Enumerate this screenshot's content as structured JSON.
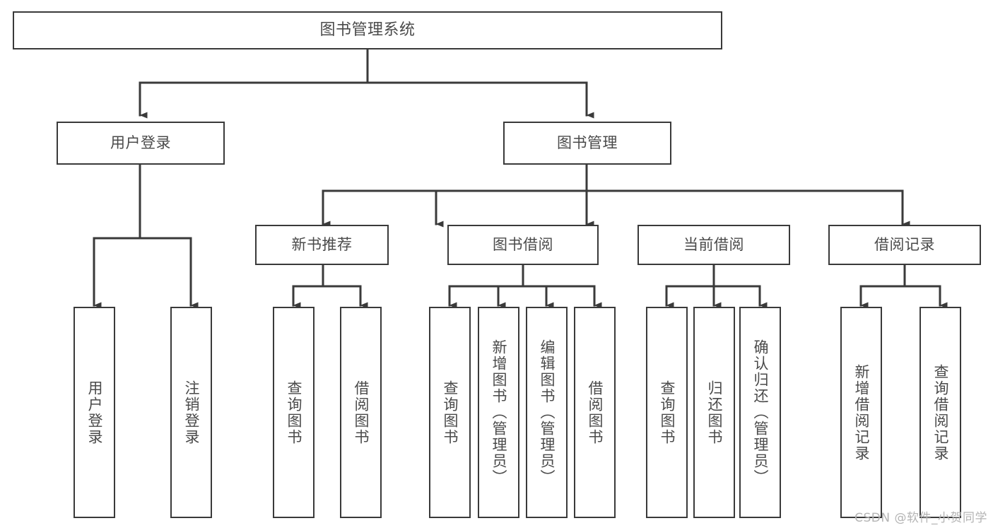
{
  "diagram": {
    "title": "图书管理系统",
    "root": {
      "label": "图书管理系统"
    },
    "tier2": [
      {
        "label": "用户登录"
      },
      {
        "label": "图书管理"
      }
    ],
    "tier3": [
      {
        "label": "新书推荐"
      },
      {
        "label": "图书借阅"
      },
      {
        "label": "当前借阅"
      },
      {
        "label": "借阅记录"
      }
    ],
    "leaves": {
      "user_login": [
        {
          "label": "用户登录"
        },
        {
          "label": "注销登录"
        }
      ],
      "new_book_recommend": [
        {
          "label": "查询图书"
        },
        {
          "label": "借阅图书"
        }
      ],
      "book_borrow": [
        {
          "label": "查询图书"
        },
        {
          "label": "新增图书（管理员）"
        },
        {
          "label": "编辑图书（管理员）"
        },
        {
          "label": "借阅图书"
        }
      ],
      "current_borrow": [
        {
          "label": "查询图书"
        },
        {
          "label": "归还图书"
        },
        {
          "label": "确认归还（管理员）"
        }
      ],
      "borrow_record": [
        {
          "label": "新增借阅记录"
        },
        {
          "label": "查询借阅记录"
        }
      ]
    }
  },
  "watermark": {
    "text": "CSDN @软件_小贺同学"
  },
  "colors": {
    "box_border": "#3a3a3a",
    "text": "#4a4a4a",
    "line": "#3a3a3a",
    "background": "#ffffff",
    "watermark": "#b4b4b4"
  }
}
